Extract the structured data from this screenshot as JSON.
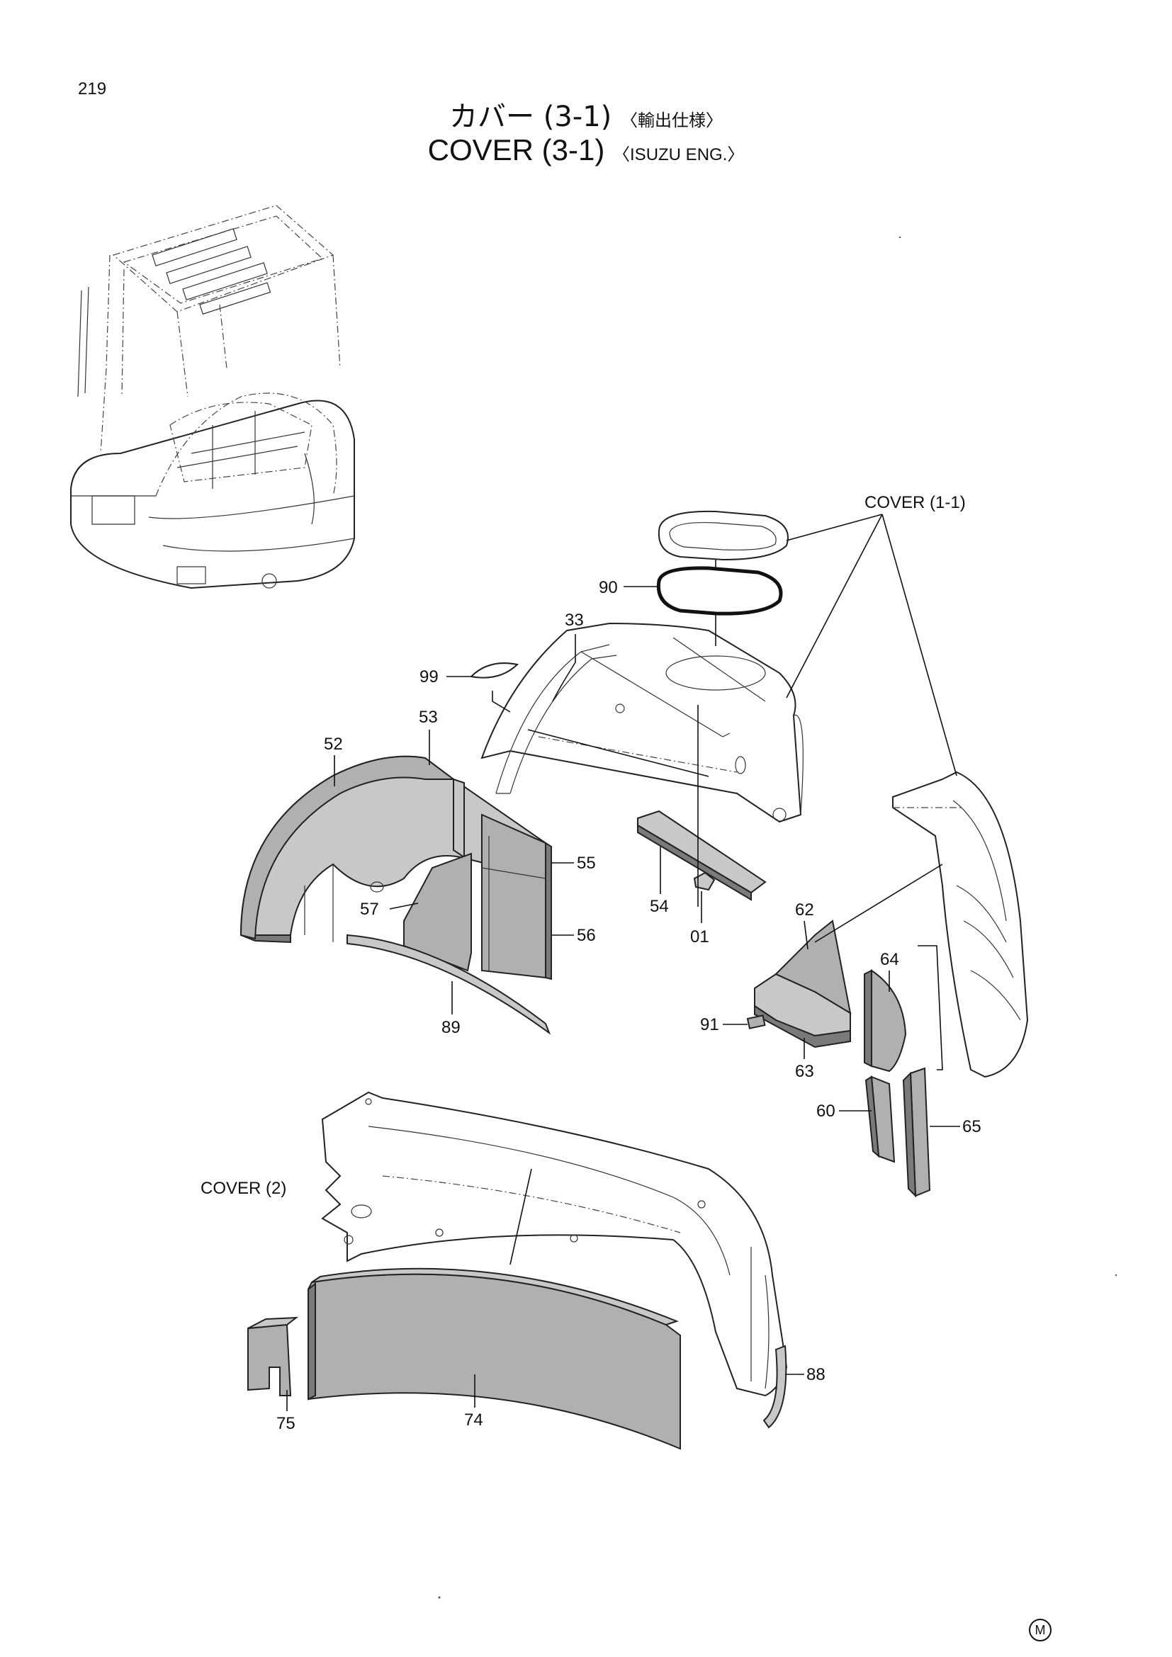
{
  "page_number": "219",
  "title": {
    "jp_main": "カバー (3-1)",
    "jp_sub": "〈輸出仕様〉",
    "en_main": "COVER (3-1)",
    "en_sub": "〈ISUZU ENG.〉"
  },
  "references": {
    "cover_1_1": "COVER (1-1)",
    "cover_2": "COVER (2)"
  },
  "parts": {
    "p01": "01",
    "p33": "33",
    "p52": "52",
    "p53": "53",
    "p54": "54",
    "p55": "55",
    "p56": "56",
    "p57": "57",
    "p60": "60",
    "p62": "62",
    "p63": "63",
    "p64": "64",
    "p65": "65",
    "p74": "74",
    "p75": "75",
    "p88": "88",
    "p89": "89",
    "p90": "90",
    "p91": "91",
    "p99": "99"
  },
  "mark": "M"
}
